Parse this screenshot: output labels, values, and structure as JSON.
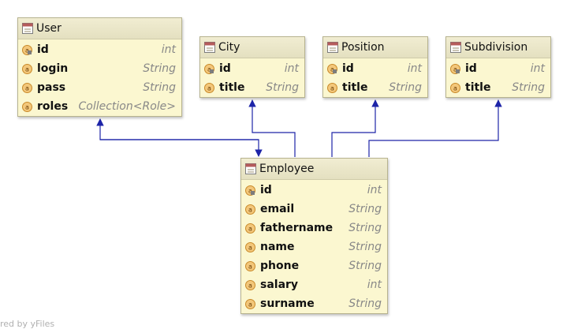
{
  "diagram": {
    "entities": [
      {
        "key": "user",
        "name": "User",
        "fields": [
          {
            "name": "id",
            "type": "int",
            "kind": "id"
          },
          {
            "name": "login",
            "type": "String",
            "kind": "field"
          },
          {
            "name": "pass",
            "type": "String",
            "kind": "field"
          },
          {
            "name": "roles",
            "type": "Collection<Role>",
            "kind": "field"
          }
        ]
      },
      {
        "key": "city",
        "name": "City",
        "fields": [
          {
            "name": "id",
            "type": "int",
            "kind": "id"
          },
          {
            "name": "title",
            "type": "String",
            "kind": "field"
          }
        ]
      },
      {
        "key": "position",
        "name": "Position",
        "fields": [
          {
            "name": "id",
            "type": "int",
            "kind": "id"
          },
          {
            "name": "title",
            "type": "String",
            "kind": "field"
          }
        ]
      },
      {
        "key": "subdivision",
        "name": "Subdivision",
        "fields": [
          {
            "name": "id",
            "type": "int",
            "kind": "id"
          },
          {
            "name": "title",
            "type": "String",
            "kind": "field"
          }
        ]
      },
      {
        "key": "employee",
        "name": "Employee",
        "fields": [
          {
            "name": "id",
            "type": "int",
            "kind": "id"
          },
          {
            "name": "email",
            "type": "String",
            "kind": "field"
          },
          {
            "name": "fathername",
            "type": "String",
            "kind": "field"
          },
          {
            "name": "name",
            "type": "String",
            "kind": "field"
          },
          {
            "name": "phone",
            "type": "String",
            "kind": "field"
          },
          {
            "name": "salary",
            "type": "int",
            "kind": "field"
          },
          {
            "name": "surname",
            "type": "String",
            "kind": "field"
          }
        ]
      }
    ],
    "links": [
      {
        "from": "user",
        "to": "employee"
      },
      {
        "from": "employee",
        "to": "user"
      },
      {
        "from": "employee",
        "to": "city"
      },
      {
        "from": "employee",
        "to": "position"
      },
      {
        "from": "employee",
        "to": "subdivision"
      }
    ],
    "colors": {
      "link": "#1d24a8",
      "entity_fill": "#fbf7d0",
      "icon_orange": "#e8a33a"
    }
  },
  "footer": "red by yFiles"
}
